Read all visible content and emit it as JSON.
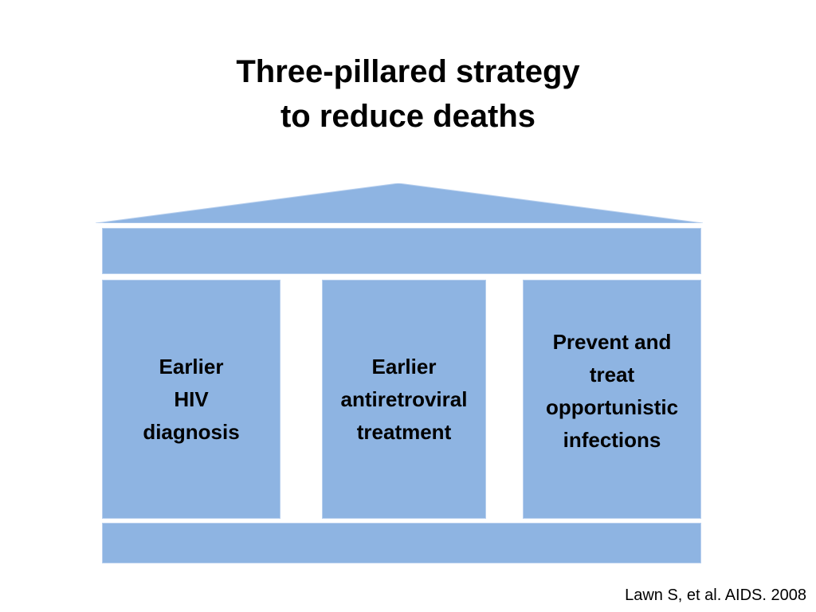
{
  "title": {
    "line1": "Three-pillared strategy",
    "line2": "to reduce deaths"
  },
  "pillars": [
    {
      "lines": [
        "Earlier",
        "HIV",
        "diagnosis"
      ]
    },
    {
      "lines": [
        "Earlier",
        "antiretroviral",
        "treatment"
      ]
    },
    {
      "lines": [
        "Prevent and",
        "treat",
        "opportunistic",
        "infections"
      ]
    }
  ],
  "citation": "Lawn S, et al. AIDS. 2008",
  "colors": {
    "pillar_fill": "#8eb4e2",
    "text": "#000000",
    "background": "#ffffff"
  }
}
